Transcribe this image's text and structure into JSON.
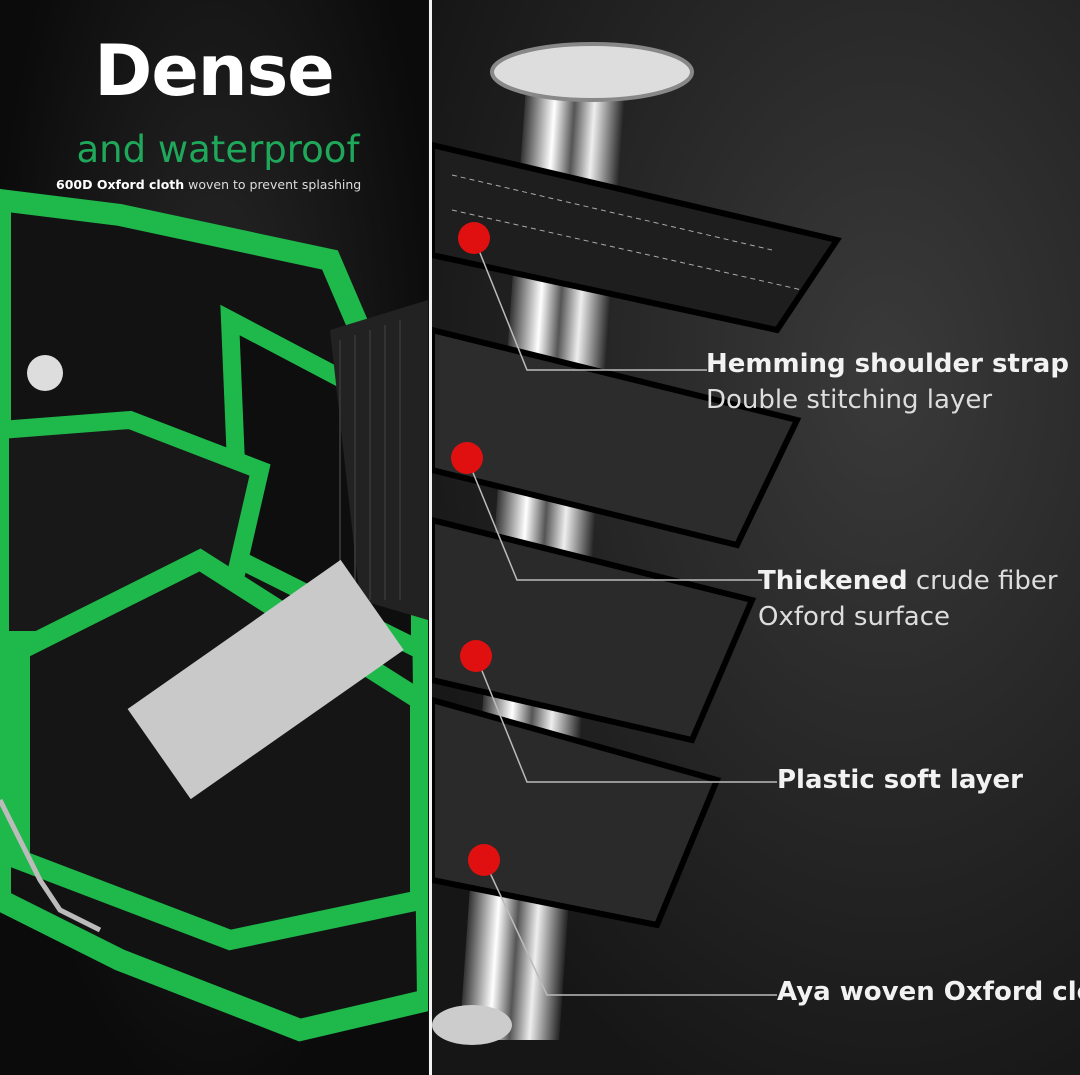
{
  "left_panel": {
    "title": "Dense",
    "subtitle": "and waterproof",
    "caption_bold": "600D Oxford cloth",
    "caption_rest": " woven to prevent splashing"
  },
  "right_panel": {
    "layers": [
      {
        "bold": "Hemming shoulder strap",
        "rest": "",
        "line2": "Double stitching layer"
      },
      {
        "bold": "Thickened",
        "rest": " crude fiber",
        "line2": "Oxford surface"
      },
      {
        "bold": "Plastic soft layer",
        "rest": "",
        "line2": ""
      },
      {
        "bold": "Aya woven Oxford clot",
        "rest": "",
        "line2": ""
      }
    ]
  },
  "colors": {
    "accent_green": "#1fa85a",
    "dot_red": "#e01010"
  }
}
